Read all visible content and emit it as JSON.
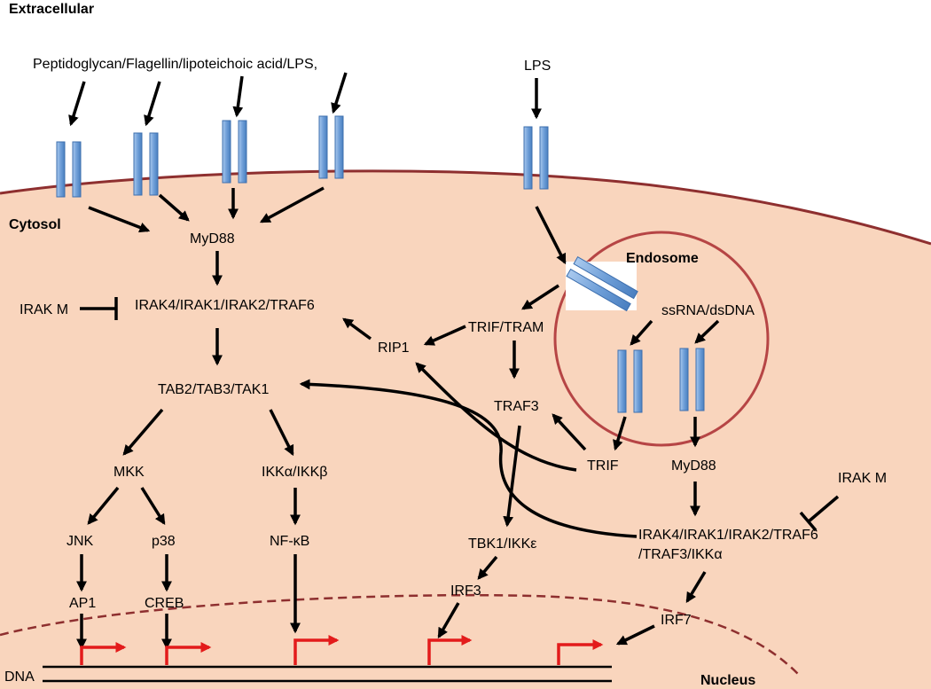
{
  "labels": {
    "extracellular": "Extracellular",
    "cytosol": "Cytosol",
    "endosome": "Endosome",
    "nucleus": "Nucleus",
    "dna": "DNA",
    "ligands_surface": "Peptidoglycan/Flagellin/lipoteichoic acid/LPS,",
    "ligand_lps": "LPS",
    "ligands_endosome": "ssRNA/dsDNA",
    "myd88_left": "MyD88",
    "irak_complex_left": "IRAK4/IRAK1/IRAK2/TRAF6",
    "irakm_left": "IRAK M",
    "tab_complex": "TAB2/TAB3/TAK1",
    "mkk": "MKK",
    "ikk": "IKKα/IKKβ",
    "jnk": "JNK",
    "p38": "p38",
    "nfkb": "NF-κB",
    "ap1": "AP1",
    "creb": "CREB",
    "rip1": "RIP1",
    "trif_tram": "TRIF/TRAM",
    "traf3": "TRAF3",
    "tbk1": "TBK1/IKKε",
    "irf3": "IRF3",
    "trif": "TRIF",
    "myd88_right": "MyD88",
    "irakm_right": "IRAK M",
    "irak_complex_right_1": "IRAK4/IRAK1/IRAK2/TRAF6",
    "irak_complex_right_2": "/TRAF3/IKKα",
    "irf7": "IRF7"
  },
  "colors": {
    "cytosol": "#f9d5bd",
    "membrane": "#8e2f2f",
    "endosome_border": "#b64545",
    "receptor": "#6f9fd8",
    "receptor_border": "#3d6fae",
    "transcription_arrow": "#e31b1b",
    "nucleus_border": "#8e2f2f"
  }
}
